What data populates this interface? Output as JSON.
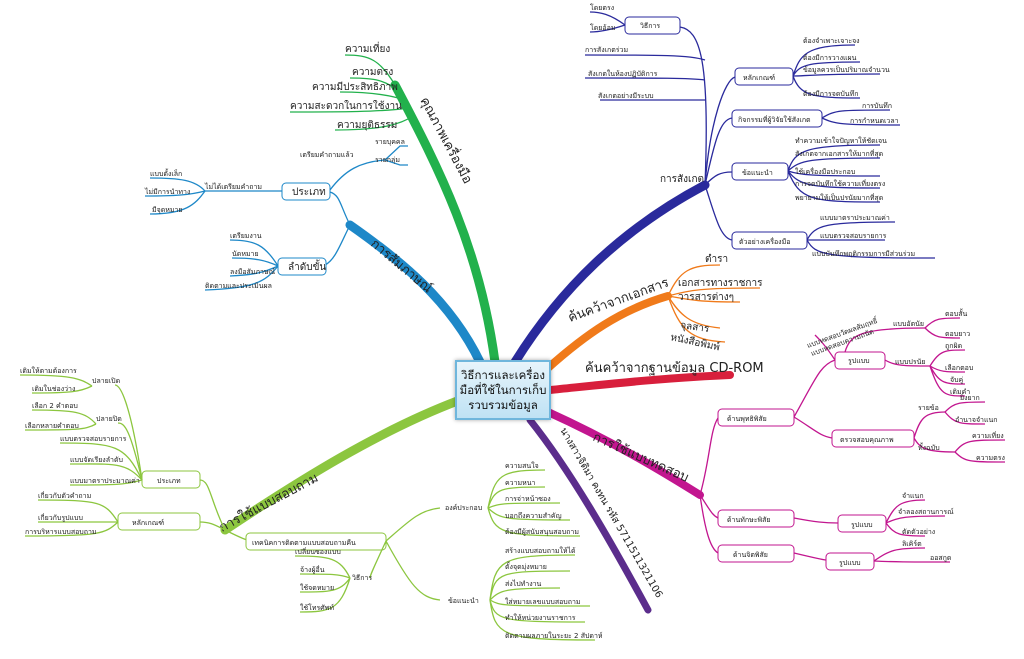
{
  "center": {
    "title": "วิธีการและเครื่องมือที่ใช้ในการเก็บรวบรวมข้อมูล"
  },
  "branches": {
    "quality": {
      "label": "คุณภาพเครื่องมือ",
      "color": "#22b14c",
      "items": [
        "ความเที่ยง",
        "ความตรง",
        "ความมีประสิทธิภาพ",
        "ความสะดวกในการใช้งาน",
        "ความยุติธรรม"
      ]
    },
    "interview": {
      "label": "การสัมภาษณ์",
      "color": "#1e88c8",
      "types": {
        "label": "ประเภท",
        "prepared": {
          "label": "เตรียมคำถามแล้ว",
          "items": [
            "รายบุคคล",
            "รายกลุ่ม"
          ]
        },
        "unprepared": {
          "label": "ไม่ได้เตรียมคำถาม",
          "items": [
            "แบบตั้งเล็ก",
            "ไม่มีการนำทาง",
            "มีจุดหมาย"
          ]
        }
      },
      "steps": {
        "label": "ลำดับขั้น",
        "items": [
          "เตรียมงาน",
          "นัดหมาย",
          "ลงมือสัมภาษณ์",
          "ติดตามและประเมินผล"
        ]
      }
    },
    "observation": {
      "label": "การสังเกต",
      "color": "#2a2a9c",
      "methods": {
        "label": "วิธีการ",
        "items": [
          "โดยตรง",
          "โดยอ้อม"
        ]
      },
      "kinds": [
        "การสังเกตร่วม",
        "สังเกตในห้องปฏิบัติการ",
        "สังเกตอย่างมีระบบ"
      ],
      "principles": {
        "label": "หลักเกณฑ์",
        "items": [
          "ต้องจำเพาะเจาะจง",
          "ต้องมีการวางแผน",
          "ข้อมูลควรเป็นปริมาณจำนวน",
          "ต้องมีการจดบันทึก"
        ]
      },
      "activities": {
        "label": "กิจกรรมที่ผู้วิจัยใช้สังเกต",
        "items": [
          "การบันทึก",
          "การกำหนดเวลา"
        ]
      },
      "advice": {
        "label": "ข้อแนะนำ",
        "items": [
          "ทำความเข้าใจปัญหาให้ชัดเจน",
          "สังเกตจากเอกสารให้มากที่สุด",
          "ใช้เครื่องมือประกอบ",
          "การจดบันทึกใช้ความเที่ยงตรง",
          "พยายามให้เป็นปรนัยมากที่สุด"
        ]
      },
      "tools": {
        "label": "ตัวอย่างเครื่องมือ",
        "items": [
          "แบบมาตราประมาณค่า",
          "แบบตรวจสอบรายการ",
          "แบบบันทึกพฤติกรรมการมีส่วนร่วม"
        ]
      }
    },
    "documents": {
      "label": "ค้นคว้าจากเอกสาร",
      "color": "#f07a1a",
      "items": [
        "ตำรา",
        "เอกสารทางราชการ",
        "วารสารต่างๆ",
        "จุลสาร",
        "หนังสือพิมพ์"
      ]
    },
    "cdrom": {
      "label": "ค้นคว้าจากฐานข้อมูล CD-ROM",
      "color": "#d81f3c"
    },
    "test": {
      "label": "การใช้แบบทดสอบ",
      "color": "#c2168f",
      "cognitive": {
        "label": "ด้านพุทธิพิสัย",
        "format": {
          "label": "รูปแบบ",
          "extended": {
            "label": "แบบอัตนัย",
            "items": [
              "ตอบสั้น",
              "ตอบยาว"
            ]
          },
          "objective": {
            "label": "แบบปรนัย",
            "items": [
              "ถูกผิด",
              "เลือกตอบ",
              "จับคู่",
              "เติมคำ"
            ]
          },
          "items": [
            "แบบทดสอบวัดผลสัมฤทธิ์",
            "แบบทดสอบความถนัด"
          ]
        },
        "quality": {
          "label": "ตรวจสอบคุณภาพ",
          "perItem": {
            "label": "รายข้อ",
            "items": [
              "ยิ่งยาก",
              "อำนาจจำแนก"
            ]
          },
          "whole": {
            "label": "ทั้งฉบับ",
            "items": [
              "ความเที่ยง",
              "ความตรง"
            ]
          }
        }
      },
      "psychomotor": {
        "label": "ด้านทักษะพิสัย",
        "format": {
          "label": "รูปแบบ",
          "items": [
            "จำแนก",
            "จำลองสถานการณ์",
            "ตัดตัวอย่าง"
          ]
        }
      },
      "affective": {
        "label": "ด้านจิตพิสัย",
        "format": {
          "label": "รูปแบบ",
          "items": [
            "ลิเคิร์ต",
            "ออสกูด"
          ]
        }
      }
    },
    "author": {
      "label": "นางสาวจิติมา คงทน รหัส 5711511321106",
      "color": "#5b2d8c"
    },
    "questionnaire": {
      "label": "การใช้แบบสอบถาม",
      "color": "#8cc63f",
      "types": {
        "label": "ประเภท",
        "open": {
          "label": "ปลายเปิด",
          "items": [
            "เติมให้ตามต้องการ",
            "เติมในช่องว่าง"
          ]
        },
        "closed": {
          "label": "ปลายปิด",
          "items": [
            "เลือก 2 คำตอบ",
            "เลือกหลายคำตอบ"
          ]
        },
        "items": [
          "แบบตรวจสอบรายการ",
          "แบบจัดเรียงลำดับ",
          "แบบมาตราประมาณค่า"
        ]
      },
      "principles": {
        "label": "หลักเกณฑ์",
        "items": [
          "เกี่ยวกับตัวคำถาม",
          "เกี่ยวกับรูปแบบ",
          "การบริหารแบบสอบถาม"
        ]
      },
      "followup": {
        "label": "เทคนิคการติดตามแบบสอบถามคืน",
        "components": {
          "label": "องค์ประกอบ",
          "items": [
            "ความสนใจ",
            "ความหนา",
            "การจ่าหน้าซอง",
            "บอกถึงความสำคัญ",
            "ต้องมีผู้สนับสนุนสอบถาม"
          ]
        },
        "methods": {
          "label": "วิธีการ",
          "items": [
            "เปลี่ยนซองแบบ",
            "จ้างผู้อื่น",
            "ใช้จดหมาย",
            "ใช้โทรศัพท์"
          ]
        },
        "advice": {
          "label": "ข้อแนะนำ",
          "items": [
            "สร้างแบบสอบถามให้ได้",
            "ตั้งจุดมุ่งหมาย",
            "ส่งไปทำงาน",
            "ใส่หมายเลขแบบสอบถาม",
            "ทำให้หน่วยงานราชการ",
            "ติดตามผลภายในระยะ 2 สัปดาห์"
          ]
        }
      }
    }
  }
}
